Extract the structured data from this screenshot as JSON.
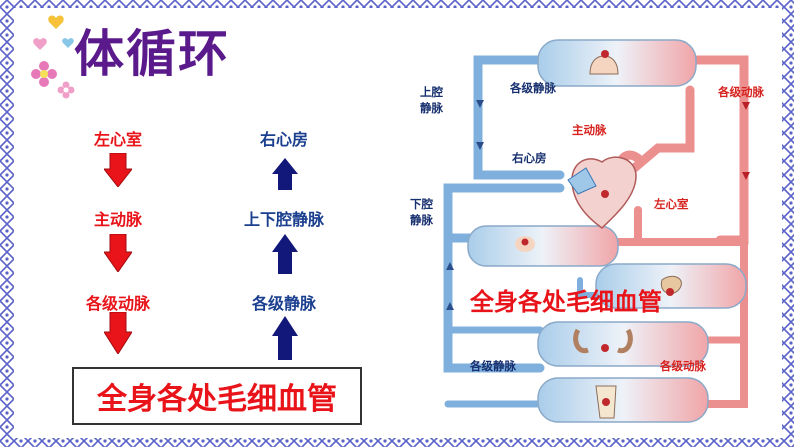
{
  "title": "体循环",
  "flow_left": [
    "左心室",
    "主动脉",
    "各级动脉"
  ],
  "flow_right": [
    "右心房",
    "上下腔静脉",
    "各级静脉"
  ],
  "capillary_box": "全身各处毛细血管",
  "diagram": {
    "superior_vena_cava": "上腔\n静脉",
    "veins_top": "各级静脉",
    "arteries_top": "各级动脉",
    "aorta": "主动脉",
    "right_atrium": "右心房",
    "inferior_vena_cava": "下腔\n静脉",
    "left_ventricle": "左心室",
    "capillaries": "全身各处毛细血管",
    "veins_bottom": "各级静脉",
    "arteries_bottom": "各级动脉"
  },
  "colors": {
    "title": "#5a1a8c",
    "artery": "#e8141a",
    "vein_arrow": "#12177a",
    "frame": "#5b63c9"
  }
}
